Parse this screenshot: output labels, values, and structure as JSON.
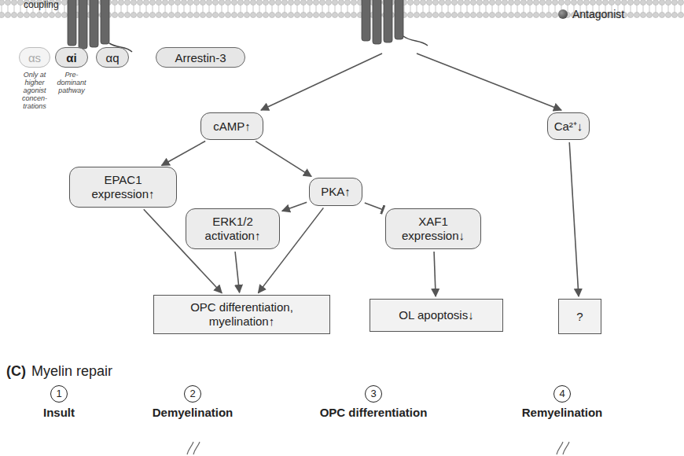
{
  "diagram": {
    "nodes": [
      {
        "text": [
          "αs"
        ]
      },
      {
        "text": [
          "αi"
        ]
      },
      {
        "text": [
          "αq"
        ]
      },
      {
        "text": [
          "Arrestin-3"
        ]
      },
      {
        "text": [
          "cAMP↑"
        ]
      },
      {
        "text": [
          "Ca²⁺↓"
        ]
      },
      {
        "text": [
          "EPAC1 expression↑"
        ]
      },
      {
        "text": [
          "PKA↑"
        ]
      },
      {
        "text": [
          "ERK1/2 activation↑"
        ]
      },
      {
        "text": [
          "XAF1 expression↓"
        ]
      },
      {
        "text": [
          "OPC differentiation, myelination↑"
        ]
      },
      {
        "text": [
          "OL apoptosis↓"
        ]
      },
      {
        "text": [
          "?"
        ]
      },
      {
        "text": [
          "1",
          "Insult"
        ]
      },
      {
        "text": [
          "2",
          "Demyelination"
        ]
      },
      {
        "text": [
          "3",
          "OPC differentiation"
        ]
      },
      {
        "text": [
          "4",
          "Remyelination"
        ]
      }
    ],
    "edges": [
      {
        "from": 4,
        "to": 6,
        "arrow": "to"
      },
      {
        "from": 4,
        "to": 7,
        "arrow": "to"
      },
      {
        "from": 7,
        "to": 8,
        "arrow": "to"
      },
      {
        "from": 7,
        "to": 9,
        "arrow": "to"
      },
      {
        "from": 6,
        "to": 10,
        "arrow": "to"
      },
      {
        "from": 8,
        "to": 10,
        "arrow": "to"
      },
      {
        "from": 7,
        "to": 10,
        "arrow": "to"
      },
      {
        "from": 9,
        "to": 11,
        "arrow": "to"
      },
      {
        "from": 5,
        "to": 12,
        "arrow": "to"
      }
    ],
    "labels": [
      "coupling",
      "Only at higher agonist concen-trations",
      "Pre-dominant pathway",
      "(C)",
      "Myelin repair"
    ],
    "legend": [
      {
        "text": "Antagonist",
        "color": "#333333"
      }
    ]
  }
}
